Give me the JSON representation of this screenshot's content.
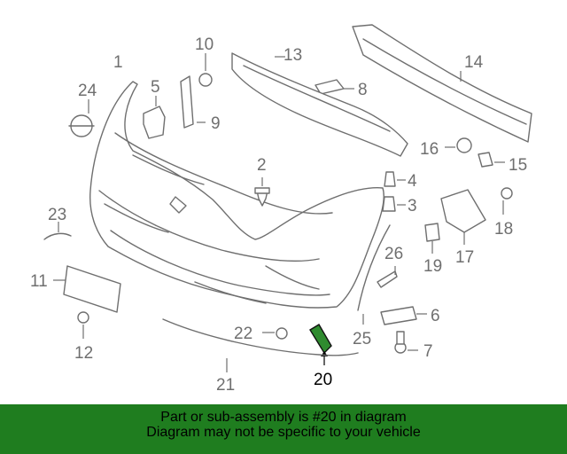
{
  "callouts": {
    "c1": "1",
    "c2": "2",
    "c3": "3",
    "c4": "4",
    "c5": "5",
    "c6": "6",
    "c7": "7",
    "c8": "8",
    "c9": "9",
    "c10": "10",
    "c11": "11",
    "c12": "12",
    "c13": "13",
    "c14": "14",
    "c15": "15",
    "c16": "16",
    "c17": "17",
    "c18": "18",
    "c19": "19",
    "c20": "20",
    "c21": "21",
    "c22": "22",
    "c23": "23",
    "c24": "24",
    "c25": "25",
    "c26": "26"
  },
  "highlighted_part": "20",
  "banner": {
    "line1": "Part or sub-assembly is #20 in diagram",
    "line2": "Diagram may not be specific to your vehicle",
    "background": "#1f7d1f"
  },
  "colors": {
    "line_art": "#6f6f6f",
    "highlight": "#2f8b2f"
  }
}
